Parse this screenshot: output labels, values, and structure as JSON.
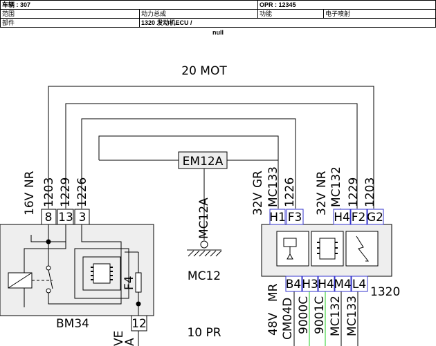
{
  "header": {
    "vehicle_label": "车辆 : 307",
    "opr_label": "OPR : 12345",
    "scope_label": "范围",
    "scope_value": "动力总成",
    "function_label": "功能",
    "function_value": "电子喷射",
    "part_label": "部件",
    "part_value": "1320 发动机ECU /",
    "null_text": "null"
  },
  "diagram": {
    "top_title": "20 MOT",
    "bottom_title": "10 PR",
    "em12a": "EM12A",
    "mc12a": "MC12A",
    "mc12": "MC12",
    "bm34": "BM34",
    "f4": "F4",
    "ecu_id": "1320",
    "left_labels": {
      "v16": "16V",
      "nr": "NR",
      "w1203": "1203",
      "w1229": "1229",
      "w1226": "1226"
    },
    "left_pins": [
      "8",
      "13",
      "3"
    ],
    "pin12": "12",
    "ve": "VE",
    "a": "A",
    "right_top_labels": {
      "v32a": "32V",
      "gr": "GR",
      "mc133": "MC133",
      "w1226": "1226",
      "v32b": "32V",
      "nr": "NR",
      "mc132": "MC132",
      "w1229": "1229",
      "w1203": "1203"
    },
    "right_top_pins": [
      "H1",
      "F3",
      "H4",
      "F2",
      "G2"
    ],
    "right_bottom_pins": [
      "B4",
      "H3",
      "H4",
      "M4",
      "L4"
    ],
    "bottom_labels": {
      "v48": "48V",
      "mr": "MR",
      "cm04d": "CM04D",
      "w9000c": "9000C",
      "w9001c": "9001C",
      "mc132": "MC132",
      "mc133": "MC133"
    }
  }
}
